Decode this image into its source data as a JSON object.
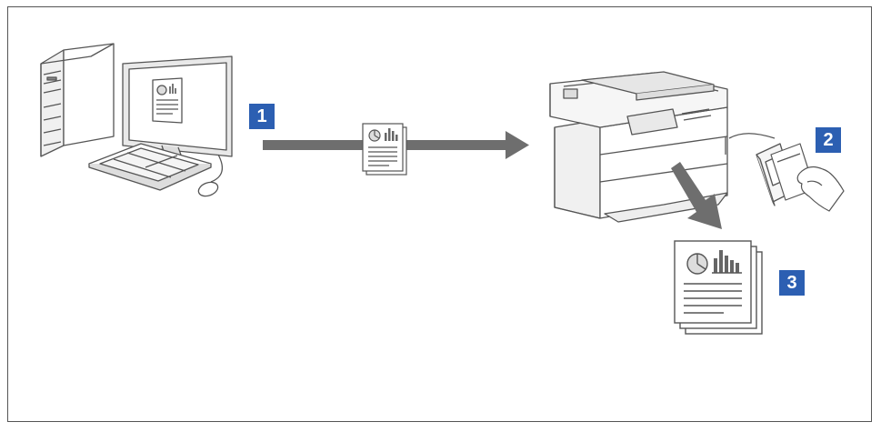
{
  "steps": [
    {
      "number": "1",
      "target": "computer-to-printer"
    },
    {
      "number": "2",
      "target": "card-authentication"
    },
    {
      "number": "3",
      "target": "printed-output"
    }
  ],
  "colors": {
    "badge": "#2c5fb2",
    "arrow": "#6e6e6e",
    "line": "#555555"
  },
  "icons": [
    "computer-icon",
    "document-icon",
    "printer-icon",
    "card-reader-icon",
    "hand-with-card-icon",
    "printed-documents-icon"
  ]
}
